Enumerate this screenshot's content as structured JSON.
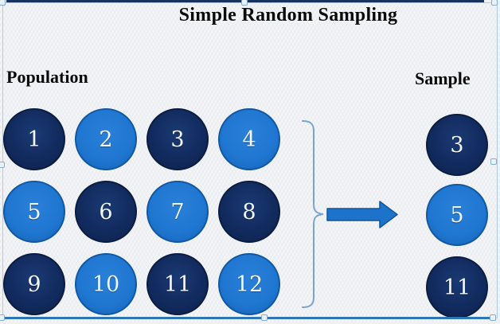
{
  "title": "Simple Random Sampling",
  "population": {
    "label": "Population",
    "circles": [
      {
        "number": "1",
        "shade": "dark"
      },
      {
        "number": "2",
        "shade": "light"
      },
      {
        "number": "3",
        "shade": "dark"
      },
      {
        "number": "4",
        "shade": "light"
      },
      {
        "number": "5",
        "shade": "light"
      },
      {
        "number": "6",
        "shade": "dark"
      },
      {
        "number": "7",
        "shade": "light"
      },
      {
        "number": "8",
        "shade": "dark"
      },
      {
        "number": "9",
        "shade": "dark"
      },
      {
        "number": "10",
        "shade": "light"
      },
      {
        "number": "11",
        "shade": "dark"
      },
      {
        "number": "12",
        "shade": "light"
      }
    ]
  },
  "sample": {
    "label": "Sample",
    "circles": [
      {
        "number": "3",
        "shade": "dark"
      },
      {
        "number": "5",
        "shade": "light"
      },
      {
        "number": "11",
        "shade": "dark"
      }
    ]
  },
  "colors": {
    "dark_circle": "#122b5e",
    "light_circle": "#1f76d0",
    "arrow_fill": "#1d72c9",
    "arrow_border": "#1055a0",
    "brace": "#7ba3cf",
    "top_border": "#17345f",
    "bottom_border": "#2e75b6"
  }
}
